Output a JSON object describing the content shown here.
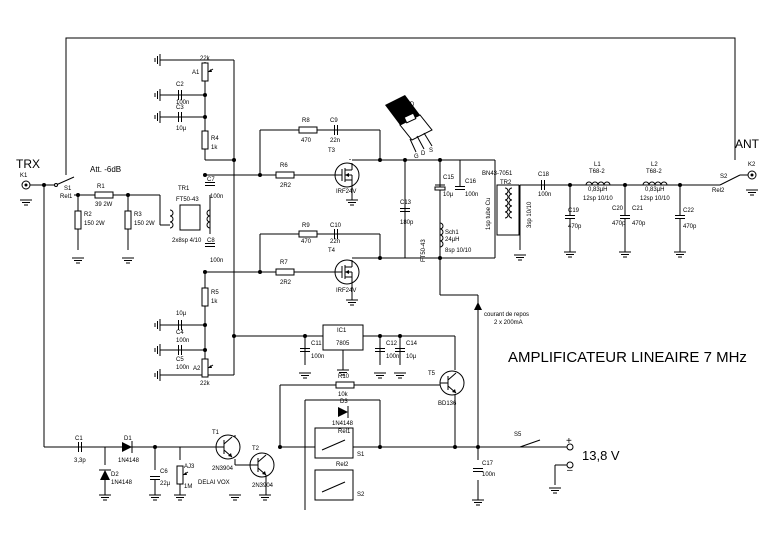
{
  "title": "AMPLIFICATEUR LINEAIRE 7 MHz",
  "ports": {
    "trx": {
      "label": "TRX",
      "ref": "K1"
    },
    "ant": {
      "label": "ANT",
      "ref": "K2"
    },
    "supply": "13,8 V"
  },
  "attenuator": {
    "label": "Att. -6dB",
    "r1": [
      "R1",
      "39 2W"
    ],
    "r2": [
      "R2",
      "150 2W"
    ],
    "r3": [
      "R3",
      "150 2W"
    ]
  },
  "relays": {
    "s1": "S1",
    "rel1": "Rel1",
    "s2": "S2",
    "rel2": "Rel2",
    "s5": "S5"
  },
  "input_transformer": {
    "ref": "TR1",
    "core": "FT50-43",
    "winding": "2x8sp 4/10"
  },
  "bias_top": {
    "r": [
      "22k",
      "A1"
    ],
    "c2": [
      "C2",
      "100n"
    ],
    "c3": [
      "C3",
      "10µ"
    ],
    "r4": [
      "R4",
      "1k"
    ],
    "c7": [
      "C7",
      "100n"
    ]
  },
  "bias_bottom": {
    "r": [
      "22k",
      "A2"
    ],
    "c4": [
      "C4",
      "100n"
    ],
    "c4b": "10µ",
    "c5": [
      "C5",
      "100n"
    ],
    "r5": [
      "R5",
      "1k"
    ],
    "c8": [
      "C8",
      "100n"
    ]
  },
  "fet_top": {
    "ref": "T3",
    "type": "IRF24V",
    "r8": [
      "R8",
      "470"
    ],
    "c9": [
      "C9",
      "22n"
    ],
    "r6": [
      "R6",
      "2R2"
    ]
  },
  "fet_bottom": {
    "ref": "T4",
    "type": "IRF24V",
    "r9": [
      "R9",
      "470"
    ],
    "c10": [
      "C10",
      "22n"
    ],
    "r7": [
      "R7",
      "2R2"
    ]
  },
  "package_pins": [
    "G",
    "D",
    "S"
  ],
  "package_pin_top": "D",
  "output_stage": {
    "c13": [
      "C13",
      "180p"
    ],
    "c15": [
      "C15",
      "10µ"
    ],
    "c16": [
      "C16",
      "100n"
    ],
    "choke": [
      "Sch1",
      "24µH",
      "FT50-43",
      "8sp 10/10"
    ],
    "tr2": [
      "TR2",
      "BN43-7051"
    ],
    "tr2_prim": "1sp tube Cu",
    "tr2_sec": "3sp 10/10"
  },
  "filter": {
    "c18": [
      "C18",
      "100n"
    ],
    "l1": [
      "L1",
      "T68-2",
      "0,83µH",
      "12sp 10/10"
    ],
    "l2": [
      "L2",
      "T68-2",
      "0,83µH",
      "12sp 10/10"
    ],
    "c19": [
      "C19",
      "470p"
    ],
    "c20": [
      "C20",
      "470p"
    ],
    "c21": [
      "C21",
      "470p"
    ],
    "c22": [
      "C22",
      "470p"
    ]
  },
  "regulator": {
    "ref": "IC1",
    "type": "7805",
    "c11": [
      "C11",
      "100n"
    ],
    "c12": [
      "C12",
      "100n"
    ],
    "c14": [
      "C14",
      "10µ"
    ]
  },
  "quiescent_note": [
    "courant de repos",
    "2 x 200mA"
  ],
  "t5": [
    "T5",
    "BD136"
  ],
  "r10": [
    "R10",
    "10k"
  ],
  "d3": [
    "D3",
    "1N4148"
  ],
  "rel1_coil": "Rel1",
  "rel2_coil": "Rel2",
  "c17": [
    "C17",
    "100n"
  ],
  "vox": {
    "c1": [
      "C1",
      "3,3p"
    ],
    "d1": [
      "D1",
      "1N4148"
    ],
    "d2": [
      "D2",
      "1N4148"
    ],
    "c6": [
      "C6",
      "22µ"
    ],
    "aj3": [
      "AJ3",
      "1M"
    ],
    "delay": "DELAI VOX",
    "t1": [
      "T1",
      "2N3904"
    ],
    "t2": [
      "T2",
      "2N3904"
    ]
  }
}
